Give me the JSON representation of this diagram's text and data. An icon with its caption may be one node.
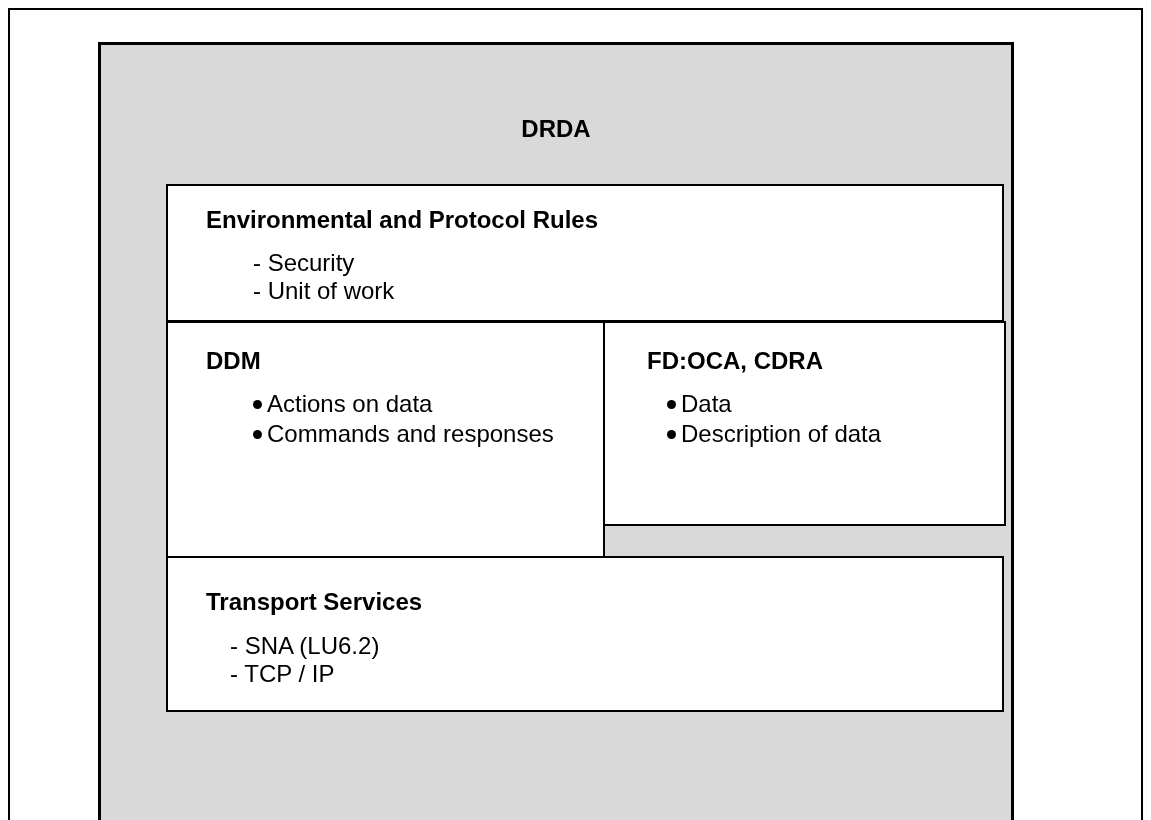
{
  "diagram": {
    "nodes": [
      {
        "text": [
          "DRDA"
        ]
      },
      {
        "text": [
          "Environmental and Protocol Rules",
          "- Security",
          "- Unit of work"
        ],
        "in": 0
      },
      {
        "text": [
          "DDM",
          "Actions on data",
          "Commands and responses"
        ],
        "in": 0
      },
      {
        "text": [
          "FD:OCA, CDRA",
          "Data",
          "Description of data"
        ],
        "in": 0
      },
      {
        "text": [
          "Transport Services",
          "- SNA (LU6.2)",
          "- TCP / IP"
        ],
        "in": 0
      }
    ],
    "edges": []
  }
}
